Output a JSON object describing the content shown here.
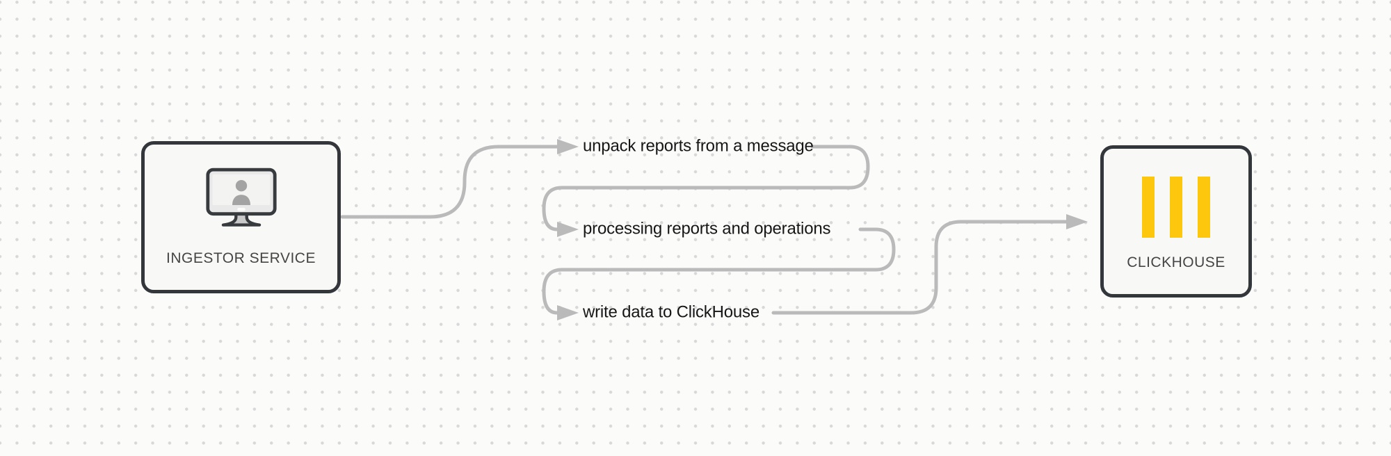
{
  "diagram": {
    "colors": {
      "bg": "#fbfbfa",
      "dot": "#d8d8d8",
      "wire": "#bababa",
      "node-border": "#33363a",
      "node-fill": "#f8f8f7",
      "accent-yellow": "#fdc70d",
      "step-text": "#161616",
      "node-text": "#454545"
    },
    "nodes": {
      "ingestor": {
        "label": "INGESTOR SERVICE",
        "icon": "user-monitor-icon"
      },
      "clickhouse": {
        "label": "CLICKHOUSE",
        "icon": "clickhouse-logo-icon"
      }
    },
    "steps": [
      {
        "label": "unpack reports from a message"
      },
      {
        "label": "processing reports and operations"
      },
      {
        "label": "write data to ClickHouse"
      }
    ]
  }
}
